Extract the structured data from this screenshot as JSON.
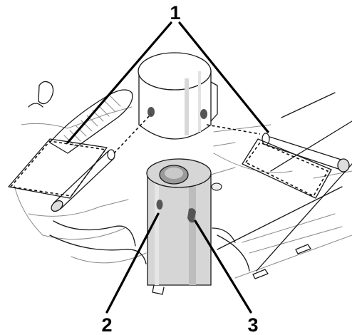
{
  "callouts": [
    {
      "id": "1",
      "label": "1"
    },
    {
      "id": "2",
      "label": "2"
    },
    {
      "id": "3",
      "label": "3"
    }
  ],
  "colors": {
    "background": "#ffffff",
    "line": "#1a1a1a",
    "part_fill": "#d4d4d4",
    "part_shadow": "#a9a9a9",
    "leader": "#000000"
  }
}
